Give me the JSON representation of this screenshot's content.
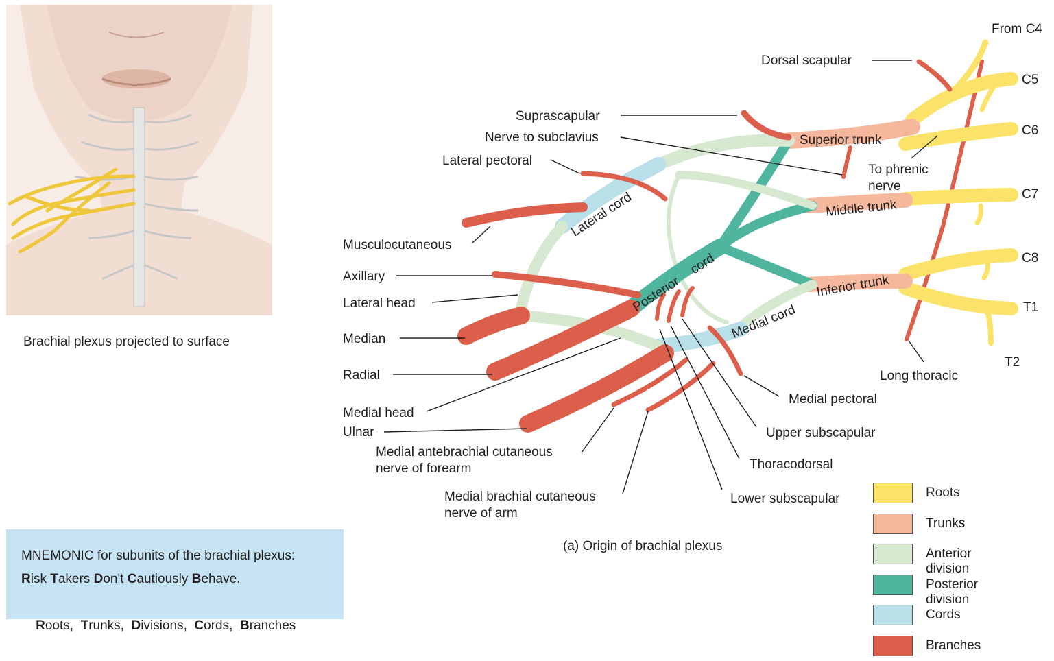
{
  "caption_left": "Brachial plexus projected to surface",
  "caption_diagram": "(a) Origin of brachial plexus",
  "mnemonic": {
    "line1": "MNEMONIC for subunits of the brachial plexus:",
    "line2": [
      {
        "bold": "R",
        "rest": "isk "
      },
      {
        "bold": "T",
        "rest": "akers "
      },
      {
        "bold": "D",
        "rest": "on't "
      },
      {
        "bold": "C",
        "rest": "autiously "
      },
      {
        "bold": "B",
        "rest": "ehave."
      }
    ],
    "line3": [
      {
        "bold": "R",
        "rest": "oots,  "
      },
      {
        "bold": "T",
        "rest": "runks,  "
      },
      {
        "bold": "D",
        "rest": "ivisions,  "
      },
      {
        "bold": "C",
        "rest": "ords,  "
      },
      {
        "bold": "B",
        "rest": "ranches"
      }
    ]
  },
  "labels": {
    "from_c4": "From C4",
    "c5": "C5",
    "c6": "C6",
    "c7": "C7",
    "c8": "C8",
    "t1": "T1",
    "t2": "T2",
    "dorsal_scapular": "Dorsal scapular",
    "suprascapular": "Suprascapular",
    "nerve_to_subclavius": "Nerve to subclavius",
    "lateral_pectoral": "Lateral pectoral",
    "musculocutaneous": "Musculocutaneous",
    "axillary": "Axillary",
    "lateral_head": "Lateral head",
    "median": "Median",
    "radial": "Radial",
    "medial_head": "Medial head",
    "ulnar": "Ulnar",
    "medial_antebrachial": [
      "Medial antebrachial cutaneous",
      "nerve of forearm"
    ],
    "medial_brachial": [
      "Medial brachial cutaneous",
      "nerve of arm"
    ],
    "lower_subscapular": "Lower subscapular",
    "thoracodorsal": "Thoracodorsal",
    "upper_subscapular": "Upper subscapular",
    "medial_pectoral": "Medial pectoral",
    "long_thoracic": "Long thoracic",
    "to_phrenic": [
      "To phrenic",
      "nerve"
    ],
    "superior_trunk": "Superior trunk",
    "middle_trunk": "Middle trunk",
    "inferior_trunk": "Inferior trunk",
    "lateral_cord": "Lateral cord",
    "posterior": "Posterior",
    "cord": "cord",
    "medial_cord": "Medial cord"
  },
  "legend": [
    {
      "label": "Roots",
      "color": "#fbe36a"
    },
    {
      "label": "Trunks",
      "color": "#f5b89d"
    },
    {
      "label": "Anterior division",
      "color": "#d6e8cf"
    },
    {
      "label": "Posterior division",
      "color": "#4fb59f"
    },
    {
      "label": "Cords",
      "color": "#b9dfe8"
    },
    {
      "label": "Branches",
      "color": "#dc5f4b"
    }
  ]
}
